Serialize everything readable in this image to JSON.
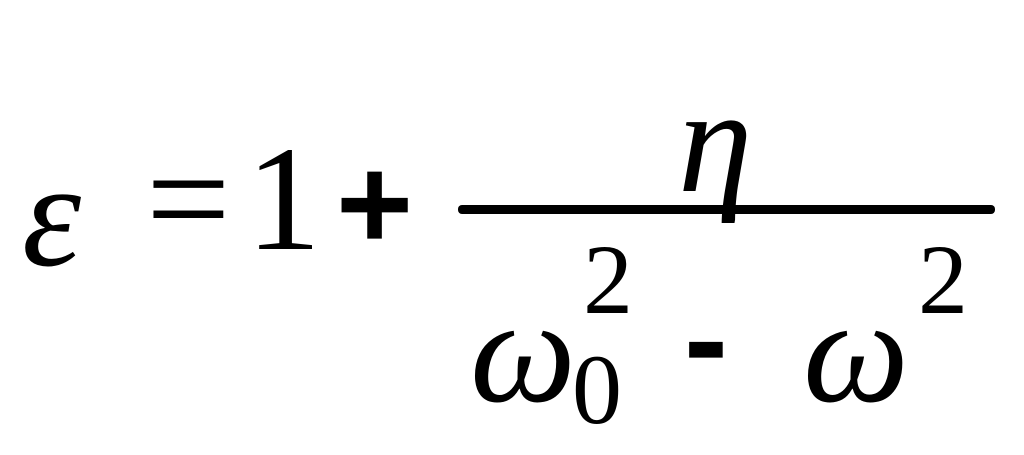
{
  "formula": {
    "lhs": "ε",
    "equals": "=",
    "one": "1",
    "plus": "+",
    "numerator": "η",
    "denominator": {
      "omega_zero": "ω",
      "omega_zero_exponent": "2",
      "omega_zero_subscript": "0",
      "minus": "-",
      "omega": "ω",
      "omega_exponent": "2"
    }
  }
}
